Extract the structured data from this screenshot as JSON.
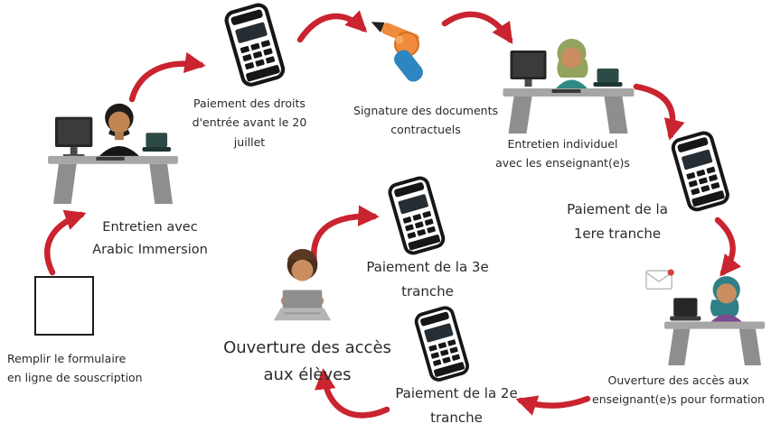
{
  "page": {
    "background": "#ffffff"
  },
  "colors": {
    "arrow": "#c9242f",
    "label": "#2a2a2a"
  },
  "steps": {
    "form": {
      "label": "Remplir le formulaire\nen ligne de souscription"
    },
    "interview_arabic_immersion": {
      "label": "Entretien avec\nArabic Immersion"
    },
    "entry_fee_payment": {
      "label": "Paiement des droits\nd'entrée avant le 20 juillet"
    },
    "contract_signature": {
      "label": "Signature des documents\ncontractuels"
    },
    "teacher_interview": {
      "label": "Entretien individuel\navec les enseignant(e)s"
    },
    "first_installment": {
      "label": "Paiement de la\n1ere tranche"
    },
    "teacher_access": {
      "label": "Ouverture des accès aux\nenseignant(e)s pour formation"
    },
    "second_installment": {
      "label": "Paiement de la 2e\ntranche"
    },
    "student_access": {
      "label": "Ouverture des accès\naux élèves"
    },
    "third_installment": {
      "label": "Paiement de la 3e\ntranche"
    }
  },
  "icons": {
    "form_square": "blank-subscription-form",
    "pos_terminal": "payment-terminal",
    "signing_hand": "hand-signing-with-pen",
    "man_desk": "man-working-at-desk",
    "woman_desk": "woman-working-at-desk",
    "woman_desk_mail": "woman-at-desk-with-new-mail",
    "student_laptop": "boy-using-laptop",
    "envelope": "envelope-with-notification-dot"
  }
}
